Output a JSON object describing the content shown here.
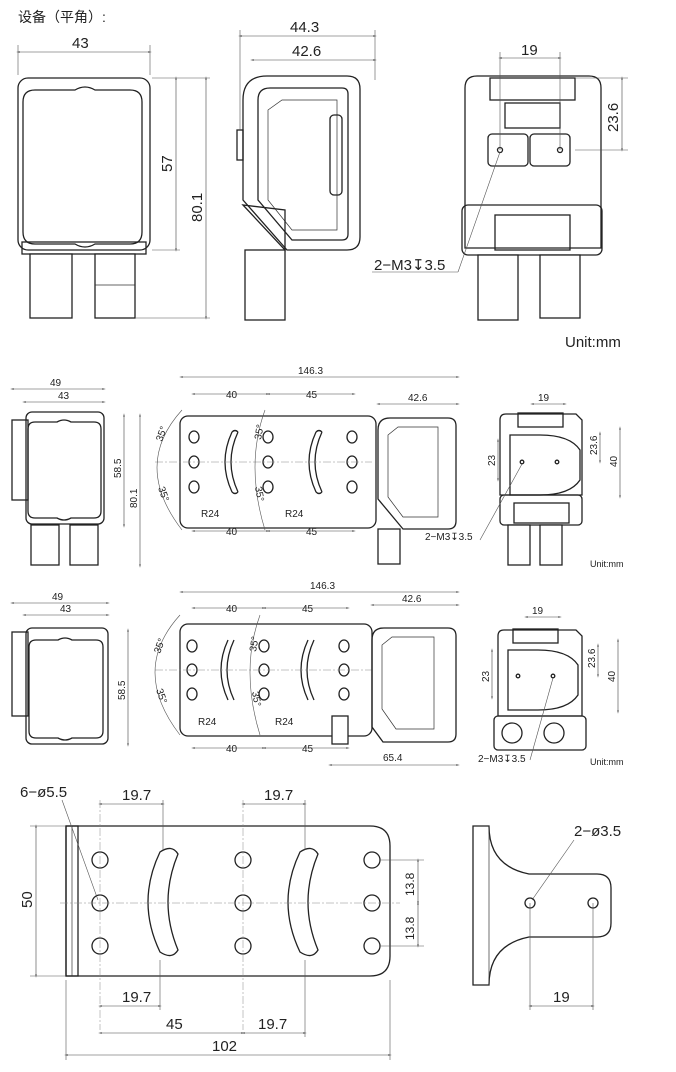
{
  "title": "设备（平角）:",
  "unit": "Unit:mm",
  "view1": {
    "width_43": "43",
    "height_57": "57",
    "height_80_1": "80.1",
    "depth_44_3": "44.3",
    "depth_42_6": "42.6",
    "hole_19": "19",
    "hole_23_6": "23.6",
    "thread": "2−M3↧3.5"
  },
  "view2": {
    "w49": "49",
    "w43": "43",
    "h58_5": "58.5",
    "h80_1": "80.1",
    "total": "146.3",
    "s40": "40",
    "s45": "45",
    "d42_6": "42.6",
    "a35": "35°",
    "r24": "R24",
    "b19": "19",
    "b23": "23",
    "b23_6": "23.6",
    "b40": "40",
    "thread": "2−M3↧3.5",
    "unit": "Unit:mm"
  },
  "view3": {
    "w49": "49",
    "w43": "43",
    "h58_5": "58.5",
    "total": "146.3",
    "s40": "40",
    "s45": "45",
    "d42_6": "42.6",
    "d65_4": "65.4",
    "a35": "35°",
    "r24": "R24",
    "b19": "19",
    "b23": "23",
    "b23_6": "23.6",
    "b40": "40",
    "thread": "2−M3↧3.5",
    "unit": "Unit:mm"
  },
  "bracket": {
    "holes6": "6−ø5.5",
    "p19_7": "19.7",
    "h50": "50",
    "v13_8": "13.8",
    "l45": "45",
    "l102": "102",
    "holes2": "2−ø3.5",
    "s19": "19"
  }
}
